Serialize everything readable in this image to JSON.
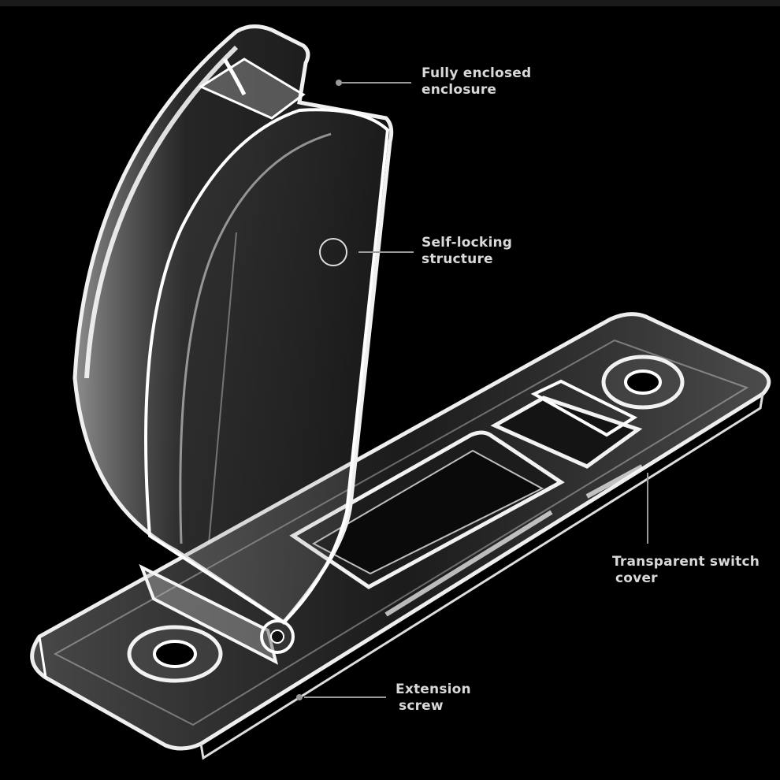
{
  "callouts": {
    "enclosure": {
      "line1": "Fully enclosed",
      "line2": "enclosure"
    },
    "self_locking": {
      "line1": "Self-locking",
      "line2": "structure"
    },
    "switch_cover": {
      "line1": "Transparent switch",
      "line2": "cover"
    },
    "extension_screw": {
      "line1": "Extension",
      "line2": "screw"
    }
  },
  "colors": {
    "background": "#000000",
    "label_text": "#d9d9d9",
    "leader_line": "#9a9a9a",
    "acrylic_edge": "#e8e8e8"
  }
}
